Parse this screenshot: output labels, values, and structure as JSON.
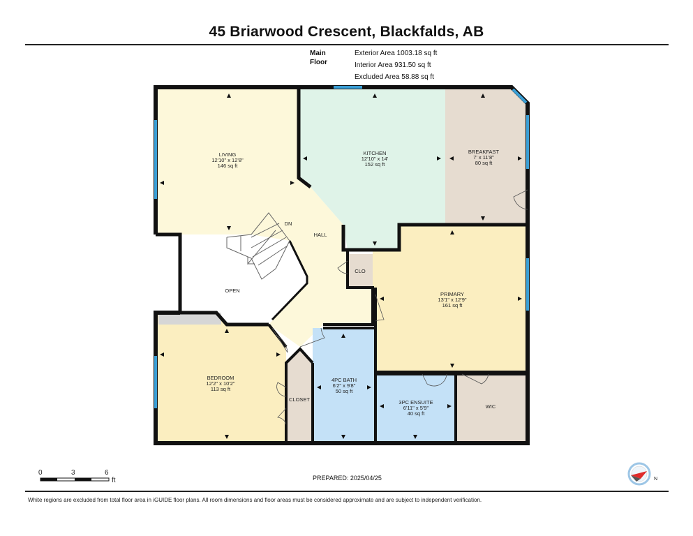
{
  "header": {
    "title": "45 Briarwood Crescent, Blackfalds, AB"
  },
  "area_summary": {
    "floor_label": "Main Floor",
    "lines": [
      "Exterior Area 1003.18 sq ft",
      "Interior Area 931.50 sq ft",
      "Excluded Area 58.88 sq ft"
    ]
  },
  "rooms": {
    "living": {
      "name": "LIVING",
      "dims": "12'10\" x 12'8\"",
      "area": "146 sq ft"
    },
    "kitchen": {
      "name": "KITCHEN",
      "dims": "12'10\" x 14'",
      "area": "152 sq ft"
    },
    "breakfast": {
      "name": "BREAKFAST",
      "dims": "7' x 11'8\"",
      "area": "80 sq ft"
    },
    "primary": {
      "name": "PRIMARY",
      "dims": "13'1\" x 12'9\"",
      "area": "161 sq ft"
    },
    "bedroom": {
      "name": "BEDROOM",
      "dims": "12'2\" x 10'2\"",
      "area": "113 sq ft"
    },
    "bath": {
      "name": "4PC BATH",
      "dims": "6'2\" x 9'8\"",
      "area": "50 sq ft"
    },
    "ensuite": {
      "name": "3PC ENSUITE",
      "dims": "6'11\" x 5'9\"",
      "area": "40 sq ft"
    },
    "hall": {
      "name": "HALL"
    },
    "open": {
      "name": "OPEN"
    },
    "clo": {
      "name": "CLO"
    },
    "closet": {
      "name": "CLOSET"
    },
    "wic": {
      "name": "WIC"
    },
    "dn": {
      "name": "DN"
    }
  },
  "colors": {
    "wall": "#111111",
    "window": "#3a9fd6",
    "living": "#fdf8da",
    "hall": "#fdf8da",
    "kitchen": "#dff3e8",
    "breakfast": "#e6dcd0",
    "primary": "#fbeec0",
    "bedroom": "#fbeec0",
    "bath": "#c4e1f7",
    "ensuite": "#c4e1f7",
    "closet": "#e6dcd0",
    "clo": "#e6dcd0",
    "wic": "#e6dcd0",
    "open": "#ffffff",
    "excluded": "#d6d6d6"
  },
  "scale_bar": {
    "ticks": [
      "0",
      "3",
      "6"
    ],
    "unit": "ft"
  },
  "prepared": "PREPARED: 2025/04/25",
  "footnote": "White regions are excluded from total floor area in iGUIDE floor plans. All room dimensions and floor areas must be considered approximate and are subject to independent verification.",
  "compass": {
    "label": "N"
  }
}
